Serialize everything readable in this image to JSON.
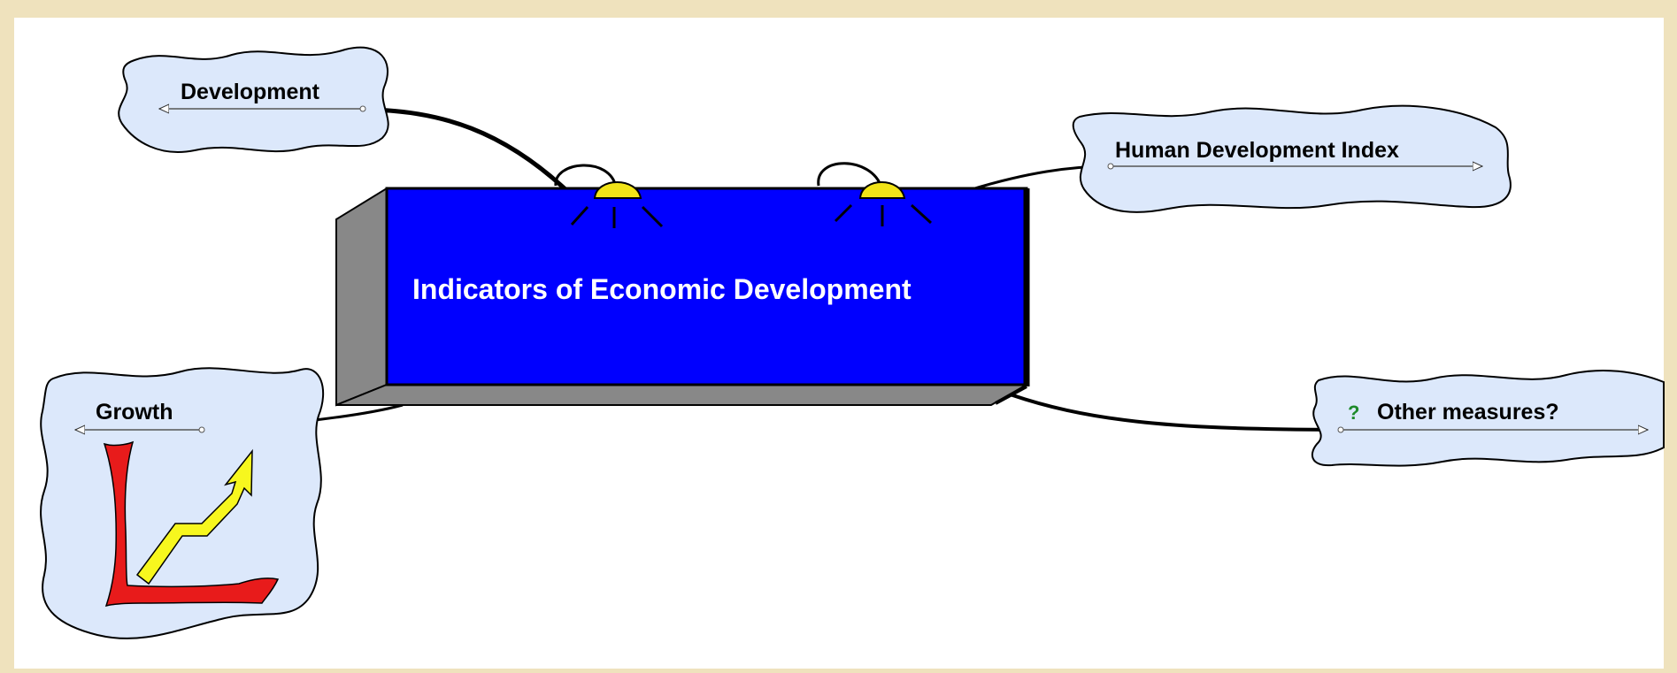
{
  "central_topic": {
    "label": "Indicators of Economic Development"
  },
  "topics": {
    "development": {
      "label": "Development"
    },
    "growth": {
      "label": "Growth"
    },
    "human_development_index": {
      "label": "Human Development Index"
    },
    "other_measures": {
      "label": "Other measures?",
      "marker_icon": "question-mark-icon"
    }
  },
  "colors": {
    "page_border": "#efe2bd",
    "canvas": "#ffffff",
    "box_front": "#0000ff",
    "box_side": "#888888",
    "bubble_fill": "#dce8fb",
    "lamp": "#f2e418",
    "chart_axes": "#e81b1b",
    "chart_arrow": "#f7f71e"
  }
}
